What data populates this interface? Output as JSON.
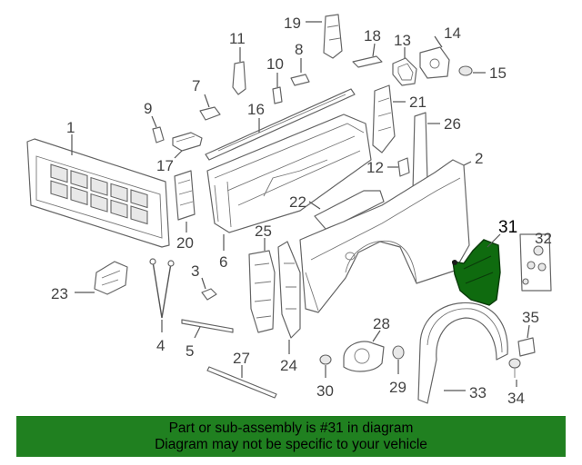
{
  "callouts": {
    "c1": "1",
    "c2": "2",
    "c3": "3",
    "c4": "4",
    "c5": "5",
    "c6": "6",
    "c7": "7",
    "c8": "8",
    "c9": "9",
    "c10": "10",
    "c11": "11",
    "c12": "12",
    "c13": "13",
    "c14": "14",
    "c15": "15",
    "c16": "16",
    "c17": "17",
    "c18": "18",
    "c19": "19",
    "c20": "20",
    "c21": "21",
    "c22": "22",
    "c23": "23",
    "c24": "24",
    "c25": "25",
    "c26": "26",
    "c27": "27",
    "c28": "28",
    "c29": "29",
    "c30": "30",
    "c31": "31",
    "c32": "32",
    "c33": "33",
    "c34": "34",
    "c35": "35"
  },
  "highlight": {
    "part_number": "31",
    "color": "#0f6b0f"
  },
  "banner": {
    "line1": "Part or sub-assembly is #31 in diagram",
    "line2": "Diagram may not be specific to your vehicle",
    "background": "#208020"
  }
}
